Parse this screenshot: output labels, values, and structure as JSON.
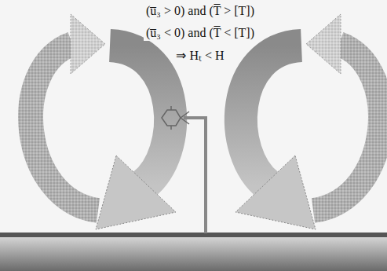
{
  "diagram": {
    "labels": [
      "(u̅₃ > 0) and (T̅ > [T])",
      "(u̅₃ < 0) and (T̅ < [T])",
      "⇒ Hₜ < H"
    ]
  }
}
